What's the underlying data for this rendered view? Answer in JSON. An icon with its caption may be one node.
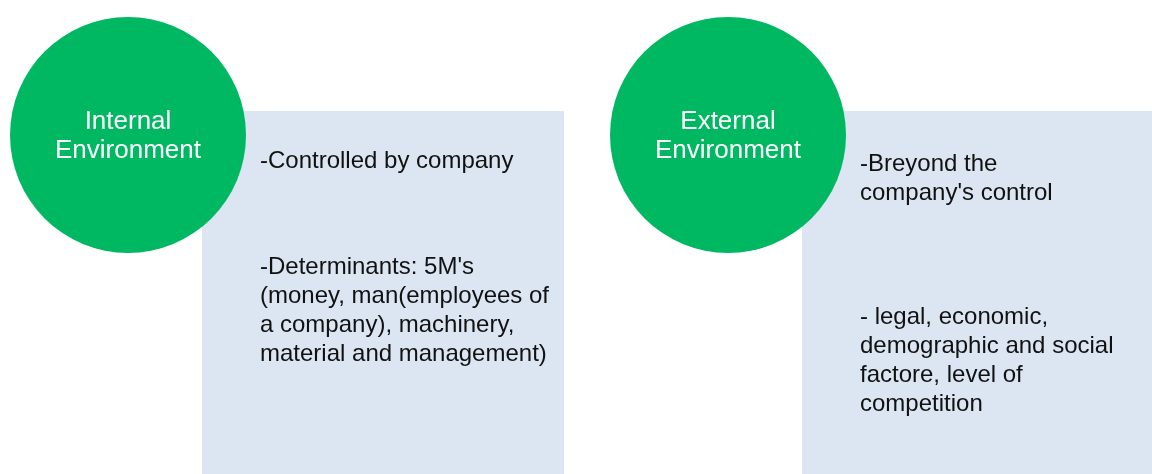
{
  "diagram": {
    "nodes": [
      {
        "text": [
          "Internal Environment"
        ]
      },
      {
        "text": [
          "-Controlled by company",
          "-Determinants: 5M's (money, man(employees of a company), machinery, material and management)"
        ]
      },
      {
        "text": [
          "External Environment"
        ]
      },
      {
        "text": [
          "-Breyond the company's control",
          "- legal, economic, demographic and social factore, level of competition"
        ]
      }
    ]
  }
}
